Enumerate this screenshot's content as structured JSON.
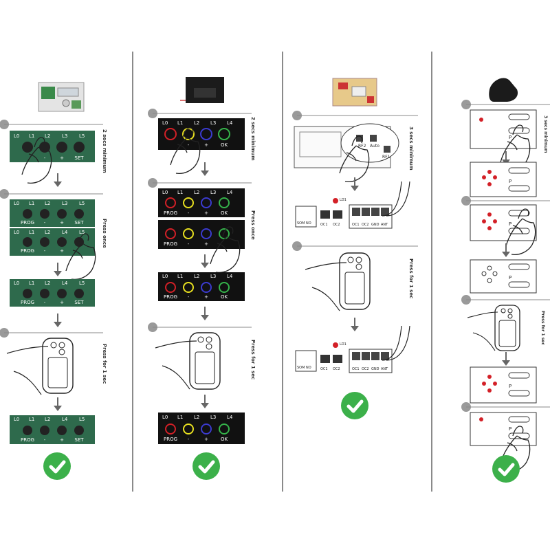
{
  "columns": [
    {
      "id": "col1",
      "steps": [
        {
          "instruction": "2 secs minimum",
          "panel_labels": [
            "L0",
            "L1",
            "L2",
            "L3",
            "L5"
          ],
          "button_labels": [
            "",
            "-",
            "+",
            "SET"
          ]
        },
        {
          "instruction": "Press once",
          "panel_labels": [
            "L0",
            "L1",
            "L2",
            "L3",
            "L5"
          ],
          "button_labels": [
            "PROG",
            "-",
            "+",
            "SET"
          ],
          "panel2_labels": [
            "L0",
            "L1",
            "L2",
            "L4",
            "L5"
          ]
        },
        {
          "panel_labels": [
            "L0",
            "L1",
            "L2",
            "L4",
            "L5"
          ],
          "button_labels": [
            "PROG",
            "-",
            "+",
            "SET"
          ]
        },
        {
          "instruction": "Press for 1 sec"
        },
        {
          "panel_labels": [
            "L0",
            "L1",
            "L2",
            "L4",
            "L5"
          ],
          "button_labels": [
            "PROG",
            "-",
            "+",
            "SET"
          ]
        }
      ]
    },
    {
      "id": "col2",
      "steps": [
        {
          "instruction": "2 secs minimum",
          "panel_labels": [
            "L0",
            "L1",
            "L2",
            "L3",
            "L4"
          ],
          "button_labels": [
            "",
            "-",
            "+",
            "OK"
          ]
        },
        {
          "instruction": "Press once",
          "panel_labels": [
            "L0",
            "L1",
            "L2",
            "L3",
            "L4"
          ],
          "button_labels": [
            "PROG",
            "-",
            "+",
            "OK"
          ]
        },
        {
          "panel_labels": [
            "L0",
            "L1",
            "L2",
            "L3",
            "L4"
          ],
          "button_labels": [
            "PROG",
            "-",
            "+",
            "OK"
          ]
        },
        {
          "instruction": "Press for 1 sec"
        },
        {
          "panel_labels": [
            "L0",
            "L1",
            "L2",
            "L3",
            "L4"
          ],
          "button_labels": [
            "PROG",
            "-",
            "+",
            "OK"
          ]
        }
      ]
    },
    {
      "id": "col3",
      "steps": [
        {
          "instruction": "3 secs minimum",
          "button_labels": [
            "RF2",
            "Auto",
            "RF1"
          ],
          "terminal_labels": [
            "OC1",
            "OC2"
          ],
          "connector_labels": [
            "OC1",
            "OC2",
            "GND",
            "ANT"
          ],
          "led_label": "LD1",
          "left_label": "SOM NO"
        },
        {
          "instruction": "Press for 1 sec",
          "terminal_labels": [
            "OC1",
            "OC2"
          ],
          "connector_labels": [
            "OC1",
            "OC2",
            "GND",
            "ANT"
          ],
          "led_label": "LD1",
          "left_label": "SOM NO"
        }
      ]
    },
    {
      "id": "col4",
      "steps": [
        {
          "instruction": "3 secs minimum",
          "key_label": "P"
        },
        {
          "key_label": "P"
        },
        {
          "key_label": "P"
        },
        {
          "key_label": "P"
        },
        {
          "instruction": "Press for 1 sec"
        },
        {
          "key_label": "P"
        },
        {
          "key_label": "P"
        }
      ]
    }
  ],
  "colors": {
    "panel_green": "#2e6a4c",
    "check_green": "#3cb04a",
    "led_red": "#d32027",
    "led_green": "#35b34a",
    "divider": "#8a8a8a"
  }
}
